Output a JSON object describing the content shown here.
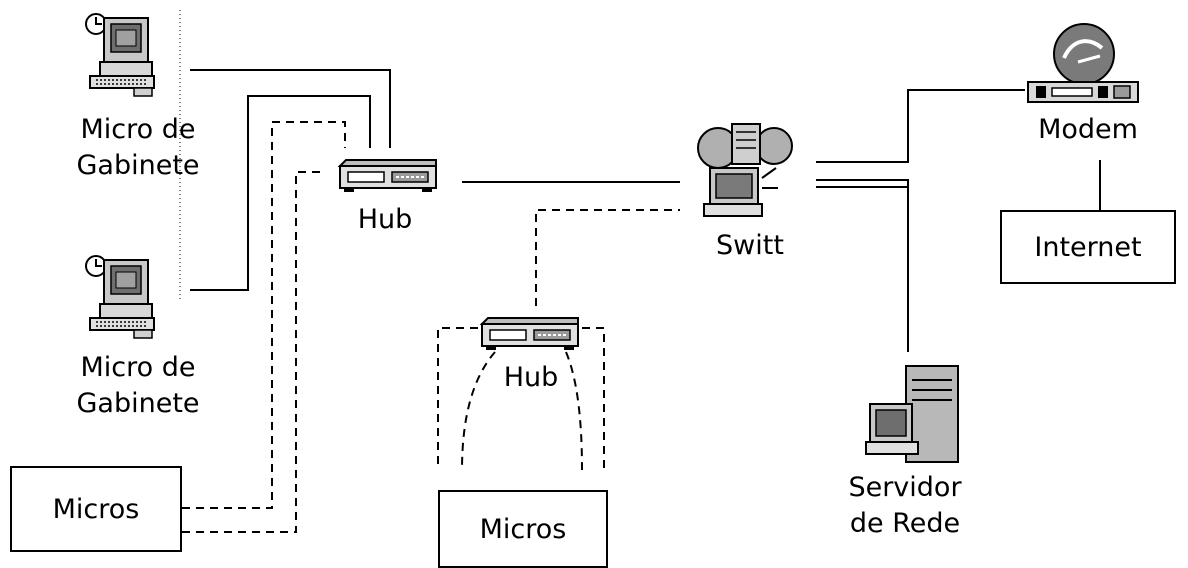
{
  "nodes": {
    "micro1": {
      "line1": "Micro de",
      "line2": "Gabinete"
    },
    "micro2": {
      "line1": "Micro de",
      "line2": "Gabinete"
    },
    "hub1": {
      "label": "Hub"
    },
    "hub2": {
      "label": "Hub"
    },
    "switch": {
      "label": "Switt"
    },
    "modem": {
      "label": "Modem"
    },
    "internet": {
      "label": "Internet"
    },
    "server": {
      "line1": "Servidor",
      "line2": "de Rede"
    },
    "micros_left": {
      "label": "Micros"
    },
    "micros_bottom": {
      "label": "Micros"
    }
  },
  "colors": {
    "line": "#000000",
    "device_gray": "#a8a8a8",
    "screen": "#7a7a7a"
  },
  "icons": {
    "micro": "desktop-computer-with-clock-icon",
    "hub": "network-hub-icon",
    "switch": "network-switch-icon",
    "modem": "modem-icon",
    "server": "server-tower-icon"
  }
}
